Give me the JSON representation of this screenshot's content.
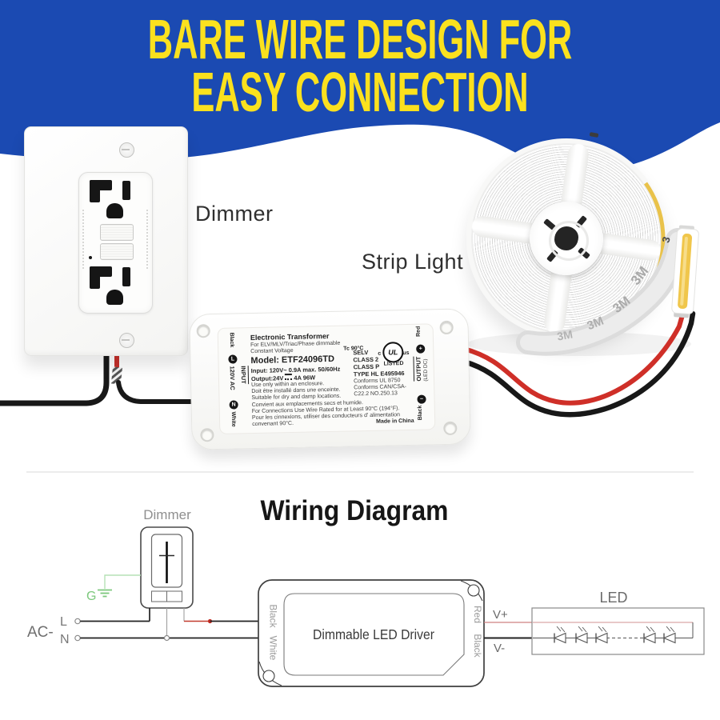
{
  "header": {
    "line1": "BARE WIRE DESIGN FOR",
    "line2": "EASY CONNECTION"
  },
  "photo": {
    "dimmer_label": "Dimmer",
    "strip_light_label": "Strip Light",
    "reel": {
      "tape_marks": [
        "3M",
        "3M",
        "3M",
        "3M"
      ],
      "end_mark": "3"
    },
    "transformer": {
      "title": "Electronic Transformer",
      "line2": "For ELV/MLV/Triac/Phase dimmable",
      "line3": "Constant Voltage",
      "tc": "Tc 90°C",
      "model": "Model: ETF24096TD",
      "input": "Input: 120V~ 0.9A max.  50/60Hz",
      "output_v": "Output:24V",
      "output_a": "4A  96W",
      "notes": [
        "Use only within an enclosure.",
        "Doit être installé dans une enceinte.",
        "Suitable for dry and damp locations.",
        "Convient aux emplacements secs et humide.",
        "For Connections Use Wire Rated for at Least 90°C (194°F).",
        "Pour les cinnexions, utiliser des conducteurs d' alimentation",
        "convenant 90°C."
      ],
      "made_in": "Made in China",
      "cert": {
        "selv": "SELV",
        "class2": "CLASS 2",
        "classp": "CLASS P",
        "listed": "LISTED",
        "type": "TYPE HL  E495946",
        "ul": "UL",
        "ul_c": "c",
        "ul_us": "us",
        "conforms": [
          "Conforms UL 8750",
          "Conforms CAN/CSA-",
          "C22.2 NO.250.13"
        ]
      },
      "input_side": {
        "wire_top": "Black",
        "terminal_l": "L",
        "voltage": "120V AC",
        "terminal_n": "N",
        "wire_bottom": "White",
        "label": "INPUT"
      },
      "output_side": {
        "wire_top": "Red",
        "plus": "+",
        "label": "OUTPUT",
        "sublabel": "(LED DC)",
        "minus": "−",
        "wire_bottom": "Black"
      }
    }
  },
  "diagram": {
    "title": "Wiring Diagram",
    "dimmer_label": "Dimmer",
    "ground": "G",
    "ac": "AC-",
    "l": "L",
    "n": "N",
    "driver_text": "Dimmable LED Driver",
    "driver_left_top": "Black",
    "driver_left_bottom": "White",
    "driver_right_top": "Red",
    "driver_right_bottom": "Black",
    "vplus": "V+",
    "vminus": "V-",
    "led": "LED"
  },
  "colors": {
    "header_blue": "#1b4ab2",
    "header_yellow": "#fbe11e",
    "wire_red": "#cf2f28",
    "wire_black": "#1c1c1c",
    "ground_green": "#7cc87c",
    "cob_yellow": "#f0c64b"
  }
}
